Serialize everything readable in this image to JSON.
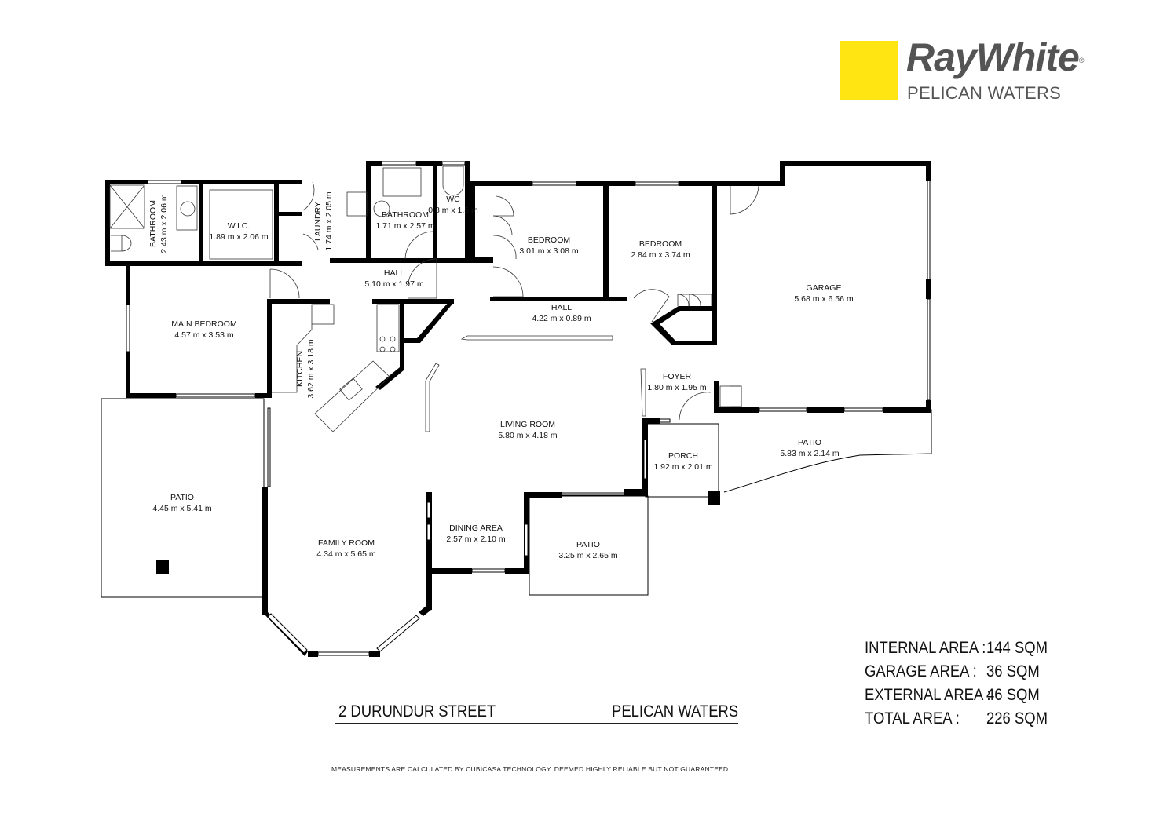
{
  "brand": {
    "name": "RayWhite",
    "registered_mark": "®",
    "office": "PELICAN WATERS",
    "accent_color": "#ffe512",
    "text_color": "#545454"
  },
  "rooms": [
    {
      "id": "bathroom-ensuite",
      "name": "BATHROOM",
      "size": "2.43 m x 2.06 m",
      "rotated": true
    },
    {
      "id": "wic",
      "name": "W.I.C.",
      "size": "1.89 m x 2.06 m",
      "rotated": false
    },
    {
      "id": "laundry",
      "name": "LAUNDRY",
      "size": "1.74 m x 2.05 m",
      "rotated": true
    },
    {
      "id": "bathroom-main",
      "name": "BATHROOM",
      "size": "1.71 m x 2.57 m",
      "rotated": false
    },
    {
      "id": "wc",
      "name": "WC",
      "size": "0.8 m x 1.5 m",
      "rotated": false
    },
    {
      "id": "bedroom-2",
      "name": "BEDROOM",
      "size": "3.01 m x 3.08 m",
      "rotated": false
    },
    {
      "id": "bedroom-3",
      "name": "BEDROOM",
      "size": "2.84 m x 3.74 m",
      "rotated": false
    },
    {
      "id": "garage",
      "name": "GARAGE",
      "size": "5.68 m x 6.56 m",
      "rotated": false
    },
    {
      "id": "hall-west",
      "name": "HALL",
      "size": "5.10 m x 1.97 m",
      "rotated": false
    },
    {
      "id": "hall-east",
      "name": "HALL",
      "size": "4.22 m x 0.89 m",
      "rotated": false
    },
    {
      "id": "main-bedroom",
      "name": "MAIN BEDROOM",
      "size": "4.57 m x 3.53 m",
      "rotated": false
    },
    {
      "id": "kitchen",
      "name": "KITCHEN",
      "size": "3.62 m x 3.18 m",
      "rotated": true
    },
    {
      "id": "foyer",
      "name": "FOYER",
      "size": "1.80 m x 1.95 m",
      "rotated": false
    },
    {
      "id": "living-room",
      "name": "LIVING ROOM",
      "size": "5.80 m x 4.18 m",
      "rotated": false
    },
    {
      "id": "porch",
      "name": "PORCH",
      "size": "1.92 m x 2.01 m",
      "rotated": false
    },
    {
      "id": "patio-front",
      "name": "PATIO",
      "size": "5.83 m x 2.14 m",
      "rotated": false
    },
    {
      "id": "patio-west",
      "name": "PATIO",
      "size": "4.45 m x 5.41 m",
      "rotated": false
    },
    {
      "id": "dining-area",
      "name": "DINING AREA",
      "size": "2.57 m x 2.10 m",
      "rotated": false
    },
    {
      "id": "patio-rear",
      "name": "PATIO",
      "size": "3.25 m x 2.65 m",
      "rotated": false
    },
    {
      "id": "family-room",
      "name": "FAMILY ROOM",
      "size": "4.34 m x 5.65 m",
      "rotated": false
    }
  ],
  "address": {
    "street": "2 DURUNDUR STREET",
    "suburb": "PELICAN WATERS"
  },
  "areas": [
    {
      "label": "INTERNAL AREA :",
      "value": "144 SQM"
    },
    {
      "label": "GARAGE AREA :",
      "value": "36 SQM"
    },
    {
      "label": "EXTERNAL AREA :",
      "value": "46 SQM"
    },
    {
      "label": "TOTAL AREA :",
      "value": "226 SQM"
    }
  ],
  "disclaimer": "MEASUREMENTS ARE CALCULATED BY CUBICASA TECHNOLOGY. DEEMED HIGHLY RELIABLE BUT NOT GUARANTEED."
}
